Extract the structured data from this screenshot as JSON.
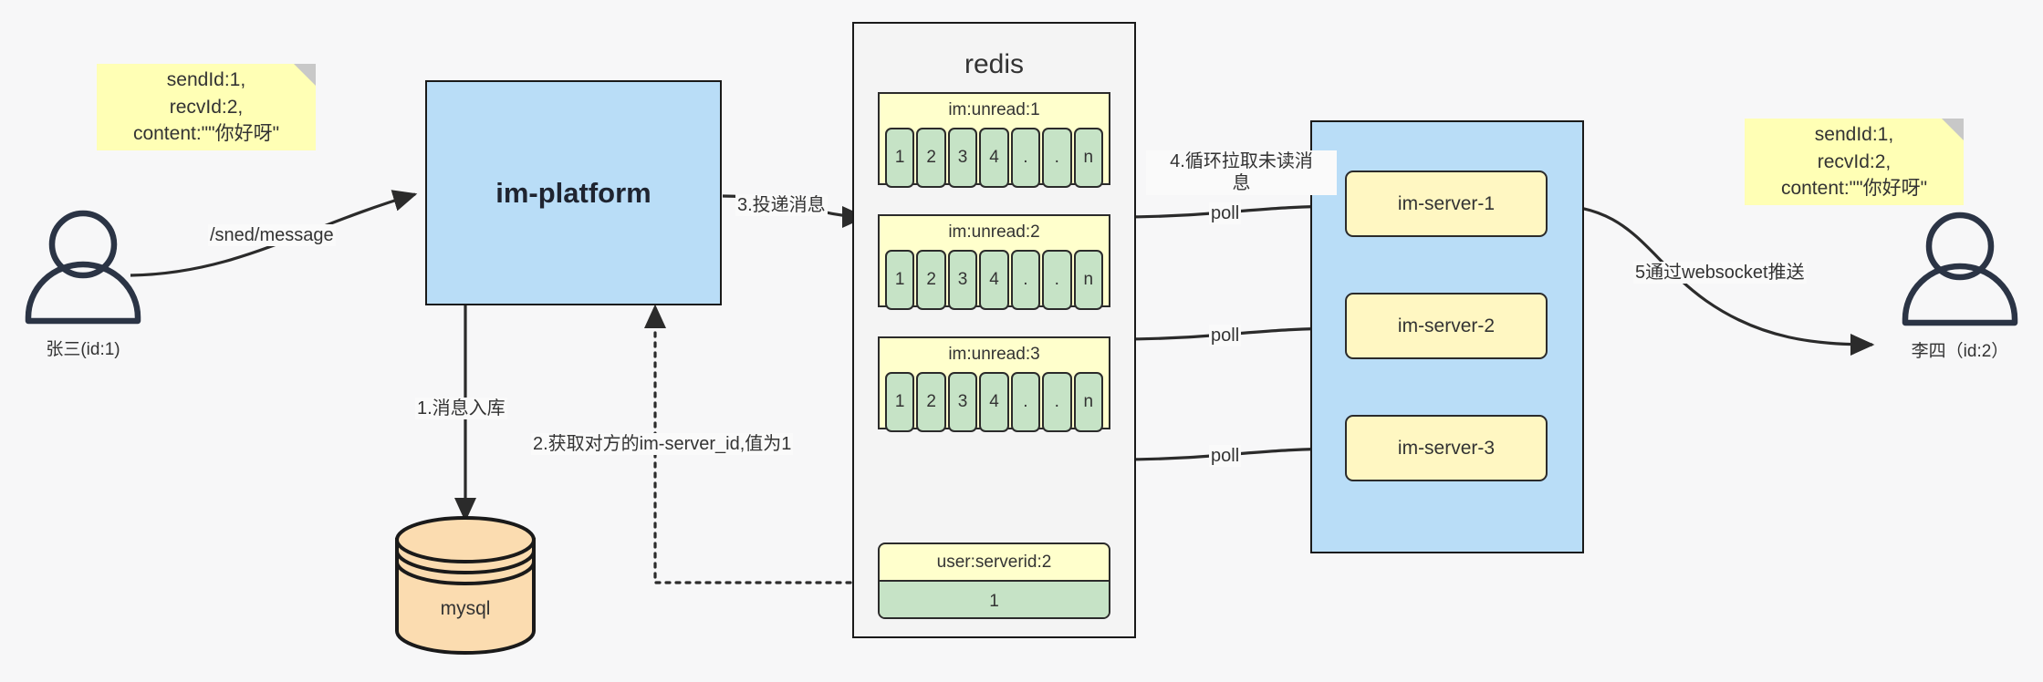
{
  "diagram": {
    "title": "im message push architecture",
    "colors": {
      "blue_fill": "#b9ddf7",
      "yellow_note": "#ffffb5",
      "yellow_group": "#ffffcc",
      "green_cell": "#c6e3c6",
      "server_fill": "#fff7c2",
      "db_fill": "#fbdcb0",
      "stroke": "#1a1a1a",
      "background": "#f7f7f8"
    }
  },
  "notes": {
    "left": "sendId:1,\nrecvId:2,\ncontent:\"\"你好呀\"",
    "right": "sendId:1,\nrecvId:2,\ncontent:\"\"你好呀\""
  },
  "actors": {
    "sender": {
      "label": "张三(id:1)"
    },
    "receiver": {
      "label": "李四（id:2）"
    }
  },
  "platform": {
    "label": "im-platform"
  },
  "database": {
    "label": "mysql"
  },
  "redis": {
    "title": "redis",
    "unread_groups": [
      {
        "key": "im:unread:1",
        "cells": [
          "1",
          "2",
          "3",
          "4",
          ".",
          ".",
          "n"
        ]
      },
      {
        "key": "im:unread:2",
        "cells": [
          "1",
          "2",
          "3",
          "4",
          ".",
          ".",
          "n"
        ]
      },
      {
        "key": "im:unread:3",
        "cells": [
          "1",
          "2",
          "3",
          "4",
          ".",
          ".",
          "n"
        ]
      }
    ],
    "kv": {
      "key": "user:serverid:2",
      "value": "1"
    }
  },
  "server_cluster": {
    "servers": [
      {
        "label": "im-server-1"
      },
      {
        "label": "im-server-2"
      },
      {
        "label": "im-server-3"
      }
    ]
  },
  "edges": {
    "send_message": "/sned/message",
    "step1": "1.消息入库",
    "step2": "2.获取对方的im-server_id,值为1",
    "step3": "3.投递消息",
    "step4": "4.循环拉取未读消\n息",
    "poll1": "poll",
    "poll2": "poll",
    "poll3": "poll",
    "step5": "5通过websocket推送"
  }
}
